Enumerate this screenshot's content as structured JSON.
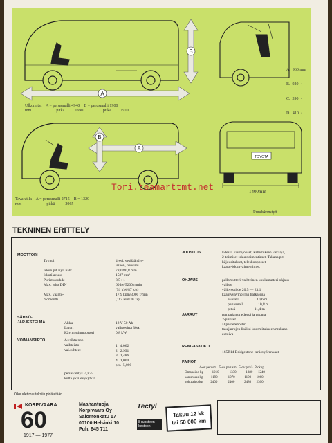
{
  "watermark": "Tori.teamarttmt.net",
  "diagram": {
    "a_label": "A",
    "b_label": "B",
    "front_dims": [
      "A.  960 mm",
      "B.  920  ·",
      "C.  390  ·",
      "D.  410  ·"
    ],
    "top_caption": "Ulkomitat    A = perusmalli 4940    B = perusmalli 1900\nmm                        pitkä          1690                   pitkä         1910",
    "bottom_caption": "Tavaratila    A = perusmalli 2715    B = 1320\nmm                        pitkä          2065",
    "width_dim": "1400mm",
    "rear_caption": "Rundskonstytt",
    "rear_badge": "TOYOTA"
  },
  "spec": {
    "title": "TEKNINEN ERITTELY",
    "left": [
      {
        "head": "MOOTTORI",
        "label": "Tyyppi\n\nIskun pit./syl. halk.\nIskutilavuus\nPuristussuhde\nMax. teho DIN\n\nMax. vääntö-\nmomentti",
        "value": "4-syl. vesijäähdyt-\nteinen, bensiini\n78,0/80,8 mm\n1587 cm³\n8,5 : 1\n60 hv/5200 r/min\n(51 kW/87 k/s)\n17,9 kpm/3000 r/min\n(117 Nm/30 7s)"
      },
      {
        "head": "SÄHKÖ-\nJÄRJESTELMÄ",
        "label": "Akku\nLaturi\nKäynnistinmoottori",
        "value": "12 V 50 Ah\nvaihtovirta 30A\n0,8 kW"
      },
      {
        "head": "VOIMANSIIRTO",
        "label": "4-vaihteinen\nvaihteisto\nvai.suhteet",
        "value": "1.  4,062\n2.  2,991\n3.  1,486\n4.  1,000\nper.  5,000"
      },
      {
        "head": "",
        "label": "perusvalitys  4,875\nkulta yksilevykytkin",
        "value": ""
      }
    ],
    "right": [
      {
        "head": "JOUSITUS",
        "value": "Edessä kierrejouset, kallistuksen vakaaja,\n2-toimiset iskunvaimentimet. Takana pit-\nkäjousitukset, teleskooppiset\nkaasu-iskunvaimentimet."
      },
      {
        "head": "OHJAUS",
        "value": "pallomutteri-vaihteinen kuulamutteri ohjaus-\nvaihde\nvälityssuhde 20,5 — 23,1\nkääntyväympyrän halkaisija\n      avolava                  10,6 m\n      perusmalli               10,8 m\n      pitkä                    11,4 m"
      },
      {
        "head": "JARRUT",
        "value": "rumpujarrut edessä ja takana\n2-piiriset\nalipainetehostin\ntakajarrujen lisäksi kuormitukseen mukaan\nautoiva"
      },
      {
        "head": "RENGASKOKO",
        "value": "165R14 Bridgestone-teräsvyörenkaat"
      },
      {
        "head": "PAINOT",
        "value": "                 4-ov.perusm.  5-ov.perusm.  5-ov.pitkä  Pickup\nOmapaino kg          1210            1330           1380      1240\nkantavuus kg         1190            1070           1100      1060\nkok.paino kg         2400            2400           2480      2300"
      }
    ]
  },
  "note": "Oikeudet muutoksiin pidätetään.",
  "footer": {
    "brand": "KORPIVAARA",
    "anniversary": "60",
    "years": "1917 — 1977",
    "dealer_lines": [
      "Maahantuoja",
      "Korpivaara Oy",
      "Salomonkatu 17",
      "00100 Helsinki 10",
      "Puh. 645 711"
    ],
    "tectyl_name": "Tectyl",
    "tectyl_sub": "8 ruosteen\nkestoon",
    "guarantee": "Takuu 12 kk\ntai 50 000 km",
    "colors": {
      "accent": "#c9e06a",
      "brand_red": "#c02020"
    }
  }
}
